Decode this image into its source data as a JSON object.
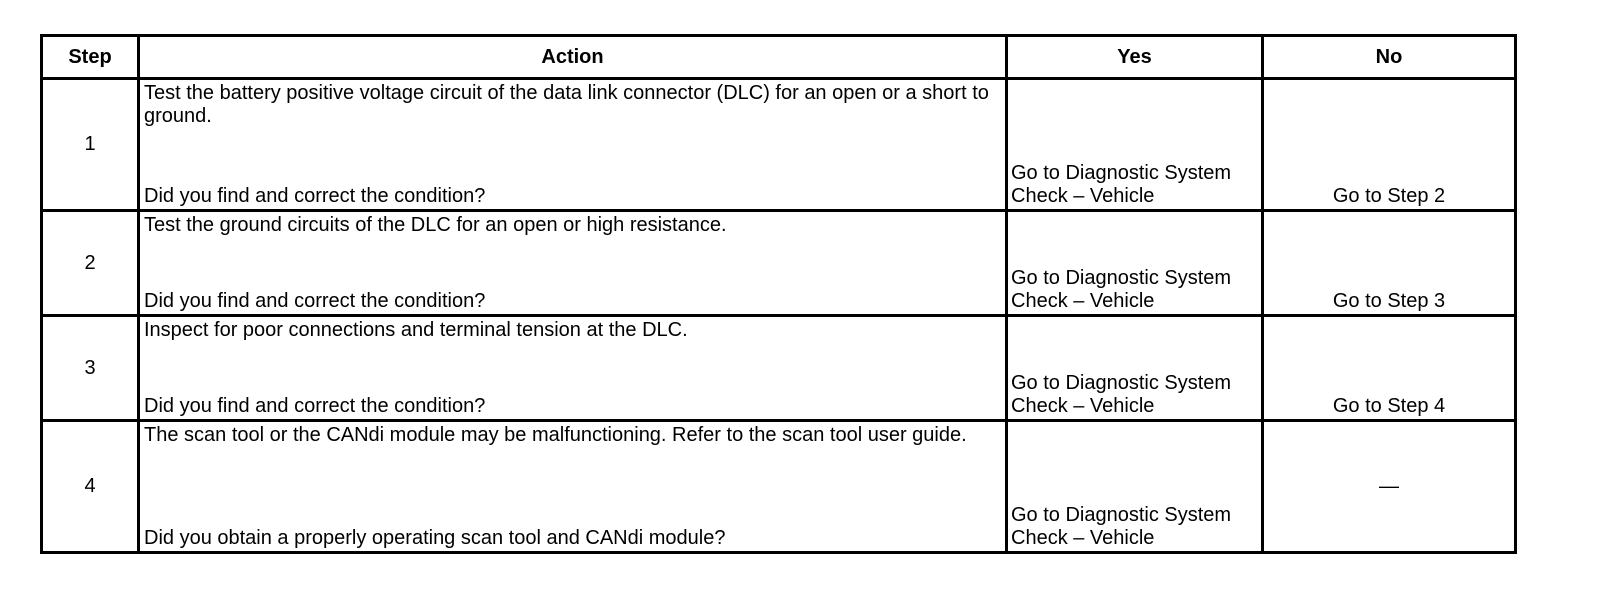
{
  "table": {
    "headers": {
      "step": "Step",
      "action": "Action",
      "yes": "Yes",
      "no": "No"
    },
    "rows": [
      {
        "step": "1",
        "action": "Test the battery positive voltage circuit of the data link connector (DLC) for an open or a short to ground.",
        "question": "Did you find and correct the condition?",
        "yes": "Go to Diagnostic System Check – Vehicle",
        "no": "Go to Step 2"
      },
      {
        "step": "2",
        "action": "Test the ground circuits of the DLC for an open or high resistance.",
        "question": "Did you find and correct the condition?",
        "yes": "Go to Diagnostic System Check – Vehicle",
        "no": "Go to Step 3"
      },
      {
        "step": "3",
        "action": "Inspect for poor connections and terminal tension at the DLC.",
        "question": "Did you find and correct the condition?",
        "yes": "Go to Diagnostic System Check – Vehicle",
        "no": "Go to Step 4"
      },
      {
        "step": "4",
        "action": "The scan tool or the CANdi module may be malfunctioning. Refer to the scan tool user guide.",
        "question": "Did you obtain a properly operating scan tool and CANdi module?",
        "yes": "Go to Diagnostic System Check – Vehicle",
        "no": "—"
      }
    ]
  }
}
